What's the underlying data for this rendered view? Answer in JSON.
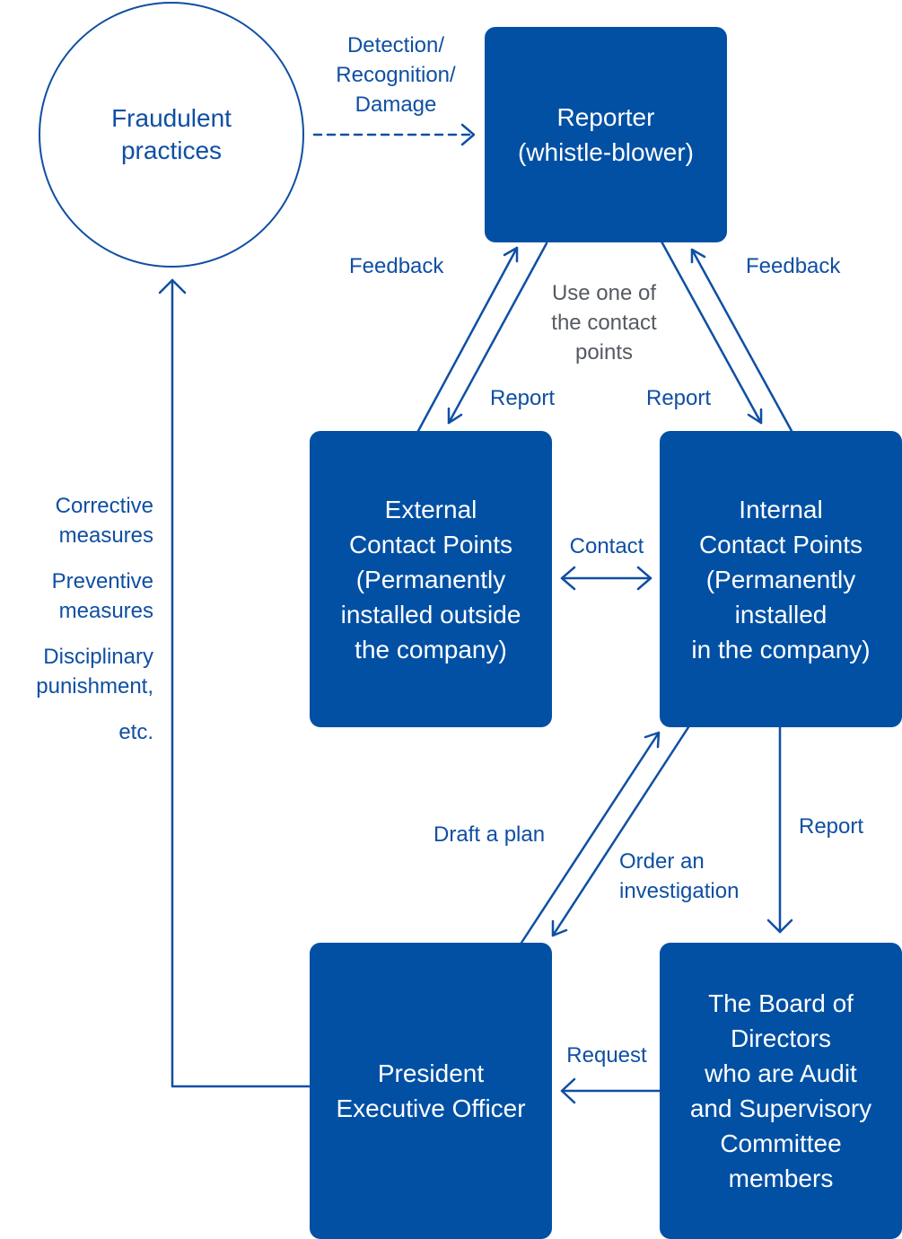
{
  "nodes": {
    "fraudulent_practices": "Fraudulent\npractices",
    "reporter": "Reporter\n(whistle-blower)",
    "external_contact_points": "External\nContact Points\n(Permanently\ninstalled outside\nthe company)",
    "internal_contact_points": "Internal\nContact Points\n(Permanently\ninstalled\nin the company)",
    "president": "President\nExecutive Officer",
    "board": "The Board of\nDirectors\nwho are Audit\nand Supervisory\nCommittee\nmembers"
  },
  "edge_labels": {
    "detection": "Detection/\nRecognition/\nDamage",
    "feedback_left": "Feedback",
    "feedback_right": "Feedback",
    "use_contact_points": "Use one of\nthe contact\npoints",
    "report_left": "Report",
    "report_right": "Report",
    "contact": "Contact",
    "report_board": "Report",
    "draft_plan": "Draft a plan",
    "order_investigation": "Order an\ninvestigation",
    "request": "Request"
  },
  "measures": {
    "corrective": "Corrective\nmeasures",
    "preventive": "Preventive\nmeasures",
    "disciplinary": "Disciplinary\npunishment,",
    "etc": "etc."
  },
  "colors": {
    "node_fill": "#0150a4",
    "line": "#0f4fa3",
    "gray_text": "#555a62"
  }
}
